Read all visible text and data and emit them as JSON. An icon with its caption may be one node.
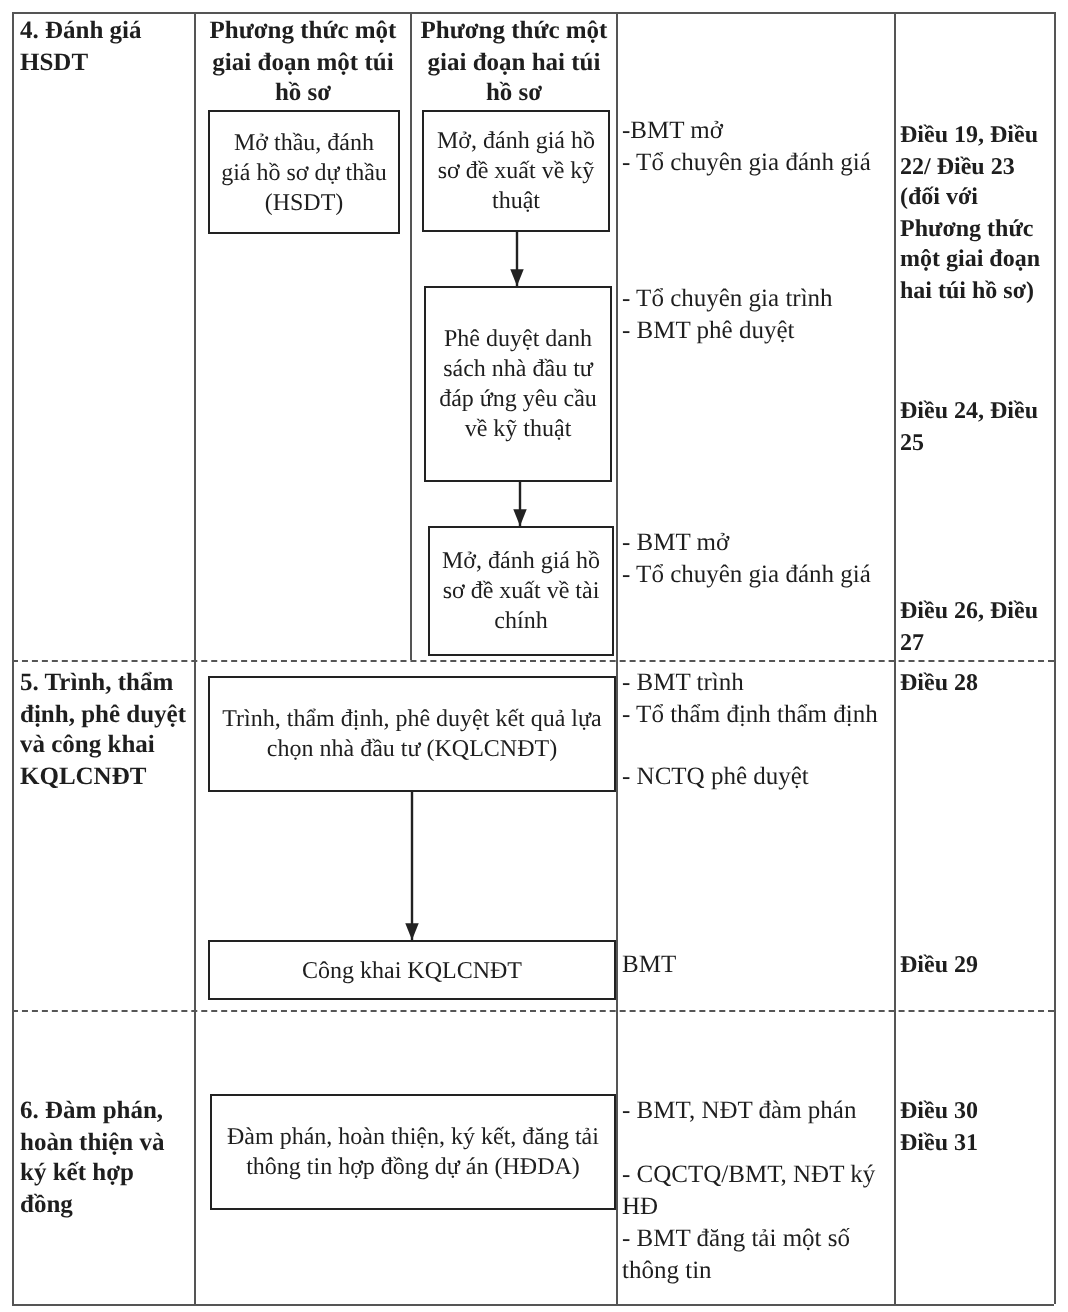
{
  "diagram": {
    "nodes": [
      {
        "text": [
          "Mở thầu, đánh giá hồ sơ dự thầu (HSDT)"
        ]
      },
      {
        "text": [
          "Mở, đánh giá hồ sơ đề xuất về kỹ thuật"
        ]
      },
      {
        "text": [
          "Phê duyệt danh sách nhà đầu tư đáp ứng yêu cầu về kỹ thuật"
        ]
      },
      {
        "text": [
          "Mở, đánh giá hồ sơ đề xuất về tài chính"
        ]
      },
      {
        "text": [
          "Trình, thẩm định, phê duyệt kết quả lựa chọn nhà đầu tư (KQLCNĐT)"
        ]
      },
      {
        "text": [
          "Công khai KQLCNĐT"
        ]
      },
      {
        "text": [
          "Đàm phán, hoàn thiện, ký kết, đăng tải thông tin hợp đồng dự án (HĐDA)"
        ]
      }
    ],
    "edges": [
      {
        "from": 1,
        "to": 2,
        "arrow": "to"
      },
      {
        "from": 2,
        "to": 3,
        "arrow": "to"
      },
      {
        "from": 4,
        "to": 5,
        "arrow": "to"
      }
    ],
    "labels": [
      "4. Đánh giá HSDT",
      "Phương thức một giai đoạn một túi hồ sơ",
      "Phương thức một giai đoạn hai túi hồ sơ",
      "-BMT mở",
      "- Tổ chuyên gia đánh giá",
      "Điều 19, Điều 22/ Điều 23 (đối với Phương thức một giai đoạn hai túi hồ sơ)",
      "- Tổ chuyên gia trình",
      "- BMT phê duyệt",
      "Điều 24, Điều 25",
      "- BMT mở",
      "- Tổ chuyên gia đánh giá",
      "Điều 26, Điều 27",
      "5. Trình, thẩm định, phê duyệt và công khai KQLCNĐT",
      "- BMT trình",
      "- Tổ thẩm định thẩm định",
      "- NCTQ phê duyệt",
      "Điều 28",
      "BMT",
      "Điều 29",
      "6. Đàm phán, hoàn thiện và ký kết hợp đồng",
      "- BMT, NĐT đàm phán",
      "- CQCTQ/BMT, NĐT ký HĐ",
      "- BMT đăng tải một số thông tin",
      "Điều 30",
      "Điều 31"
    ]
  }
}
